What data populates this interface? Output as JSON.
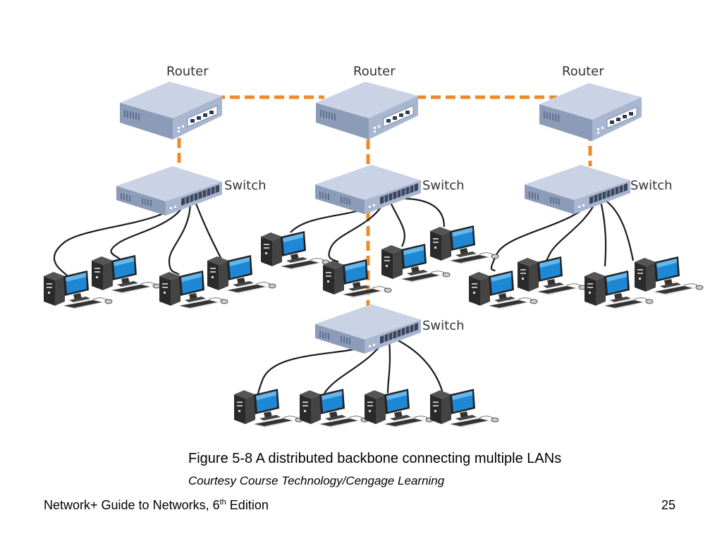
{
  "diagram": {
    "routers": [
      {
        "label": "Router"
      },
      {
        "label": "Router"
      },
      {
        "label": "Router"
      }
    ],
    "switches": [
      {
        "label": "Switch"
      },
      {
        "label": "Switch"
      },
      {
        "label": "Switch"
      },
      {
        "label": "Switch"
      }
    ],
    "backbone_color": "#EE8A2A",
    "device_color": "#9AAAC4",
    "cable_color": "#1a1a1a"
  },
  "caption": {
    "figure": "Figure 5-8 A distributed backbone connecting multiple LANs",
    "credit": "Courtesy Course Technology/Cengage Learning"
  },
  "footer": {
    "title_before": "Network+ Guide to Networks, 6",
    "title_sup": "th",
    "title_after": " Edition",
    "page_number": "25"
  }
}
